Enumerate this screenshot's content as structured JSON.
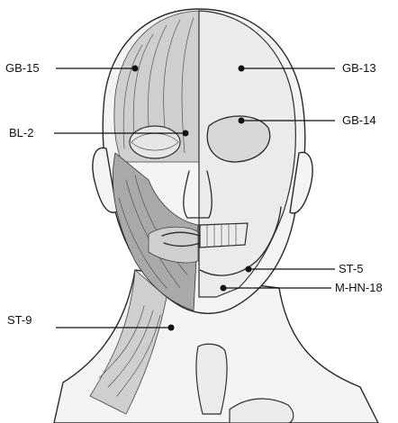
{
  "points": [
    {
      "id": "gb15",
      "label": "GB-15"
    },
    {
      "id": "gb13",
      "label": "GB-13"
    },
    {
      "id": "bl2",
      "label": "BL-2"
    },
    {
      "id": "gb14",
      "label": "GB-14"
    },
    {
      "id": "st5",
      "label": "ST-5"
    },
    {
      "id": "mhn18",
      "label": "M-HN-18"
    },
    {
      "id": "st9",
      "label": "ST-9"
    }
  ]
}
